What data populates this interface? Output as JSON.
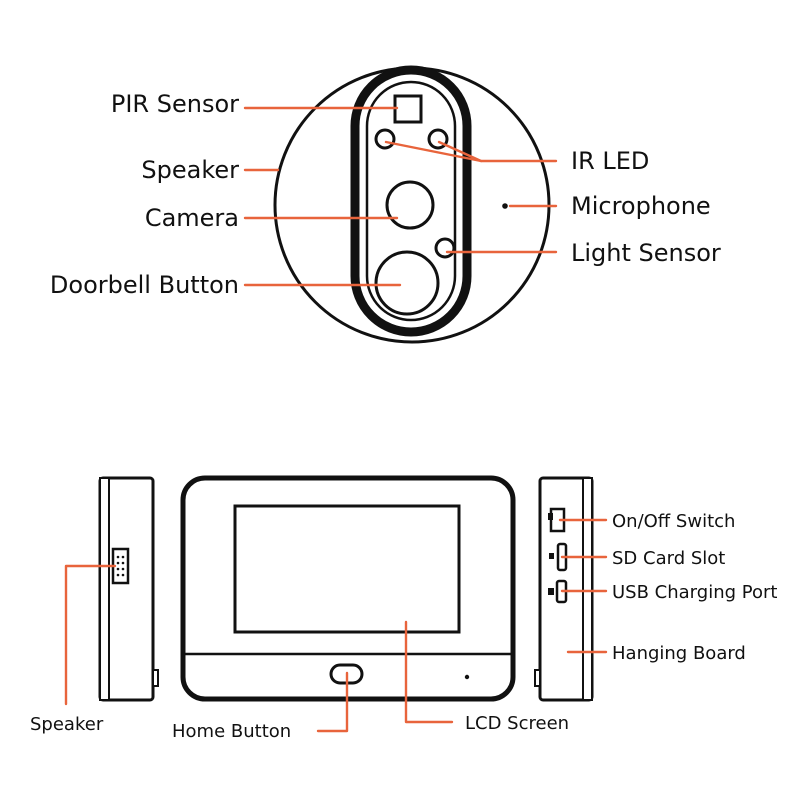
{
  "colors": {
    "leader": "#e8643c",
    "outline": "#111111",
    "text": "#111111"
  },
  "doorbell": {
    "labels": {
      "pir_sensor": "PIR Sensor",
      "speaker": "Speaker",
      "camera": "Camera",
      "doorbell_button": "Doorbell Button",
      "ir_led": "IR LED",
      "microphone": "Microphone",
      "light_sensor": "Light Sensor"
    }
  },
  "monitor": {
    "labels": {
      "speaker": "Speaker",
      "home_button": "Home Button",
      "lcd_screen": "LCD Screen",
      "onoff_switch": "On/Off Switch",
      "sd_card_slot": "SD Card Slot",
      "usb_charging_port": "USB Charging Port",
      "hanging_board": "Hanging Board"
    }
  }
}
